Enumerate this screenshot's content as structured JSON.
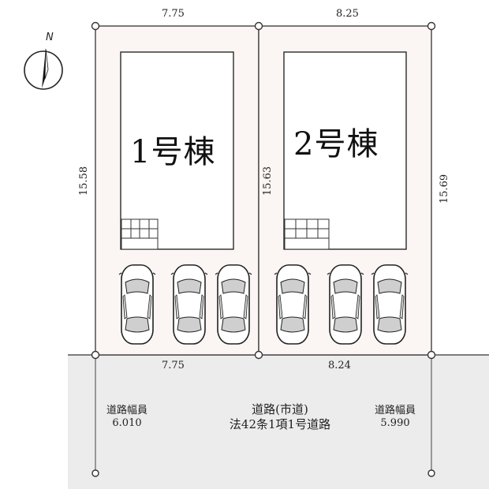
{
  "compass": {
    "north_label": "N"
  },
  "lots": [
    {
      "building_label": "1号棟",
      "top_width": "7.75",
      "bottom_width": "7.75",
      "left_depth": "15.58"
    },
    {
      "building_label": "2号棟",
      "top_width": "8.25",
      "bottom_width": "8.24",
      "left_depth": "15.63",
      "right_depth": "15.69"
    }
  ],
  "road": {
    "name_line1": "道路(市道)",
    "name_line2": "法42条1項1号道路",
    "width_left_label": "道路幅員",
    "width_left_value": "6.010",
    "width_right_label": "道路幅員",
    "width_right_value": "5.990"
  },
  "colors": {
    "lot_fill": "#fbf6f3",
    "road_fill": "#ececec",
    "line": "#333333",
    "building_outline": "#2a2a2a"
  }
}
